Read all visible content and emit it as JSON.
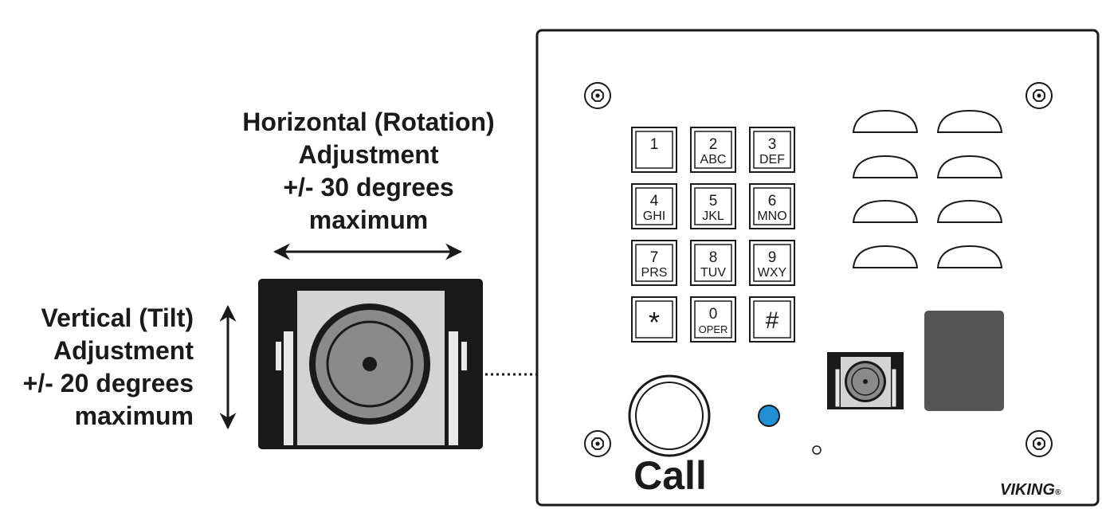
{
  "horizontal_label": {
    "line1": "Horizontal (Rotation)",
    "line2": "Adjustment",
    "line3": "+/- 30 degrees",
    "line4": "maximum"
  },
  "vertical_label": {
    "line1": "Vertical (Tilt)",
    "line2": "Adjustment",
    "line3": "+/- 20 degrees",
    "line4": "maximum"
  },
  "keypad": [
    {
      "digit": "1",
      "letters": ""
    },
    {
      "digit": "2",
      "letters": "ABC"
    },
    {
      "digit": "3",
      "letters": "DEF"
    },
    {
      "digit": "4",
      "letters": "GHI"
    },
    {
      "digit": "5",
      "letters": "JKL"
    },
    {
      "digit": "6",
      "letters": "MNO"
    },
    {
      "digit": "7",
      "letters": "PRS"
    },
    {
      "digit": "8",
      "letters": "TUV"
    },
    {
      "digit": "9",
      "letters": "WXY"
    },
    {
      "digit": "*",
      "letters": ""
    },
    {
      "digit": "0",
      "letters": "OPER"
    },
    {
      "digit": "#",
      "letters": ""
    }
  ],
  "call_label": "Call",
  "brand": "VIKING",
  "brand_mark": "®",
  "colors": {
    "outline": "#1a1a1a",
    "indicator_led": "#1f8fd6",
    "camera_body": "#1a1a1a",
    "camera_plate": "#d3d3d3",
    "lens_gray": "#8a8a8a",
    "display_window": "#555555"
  }
}
